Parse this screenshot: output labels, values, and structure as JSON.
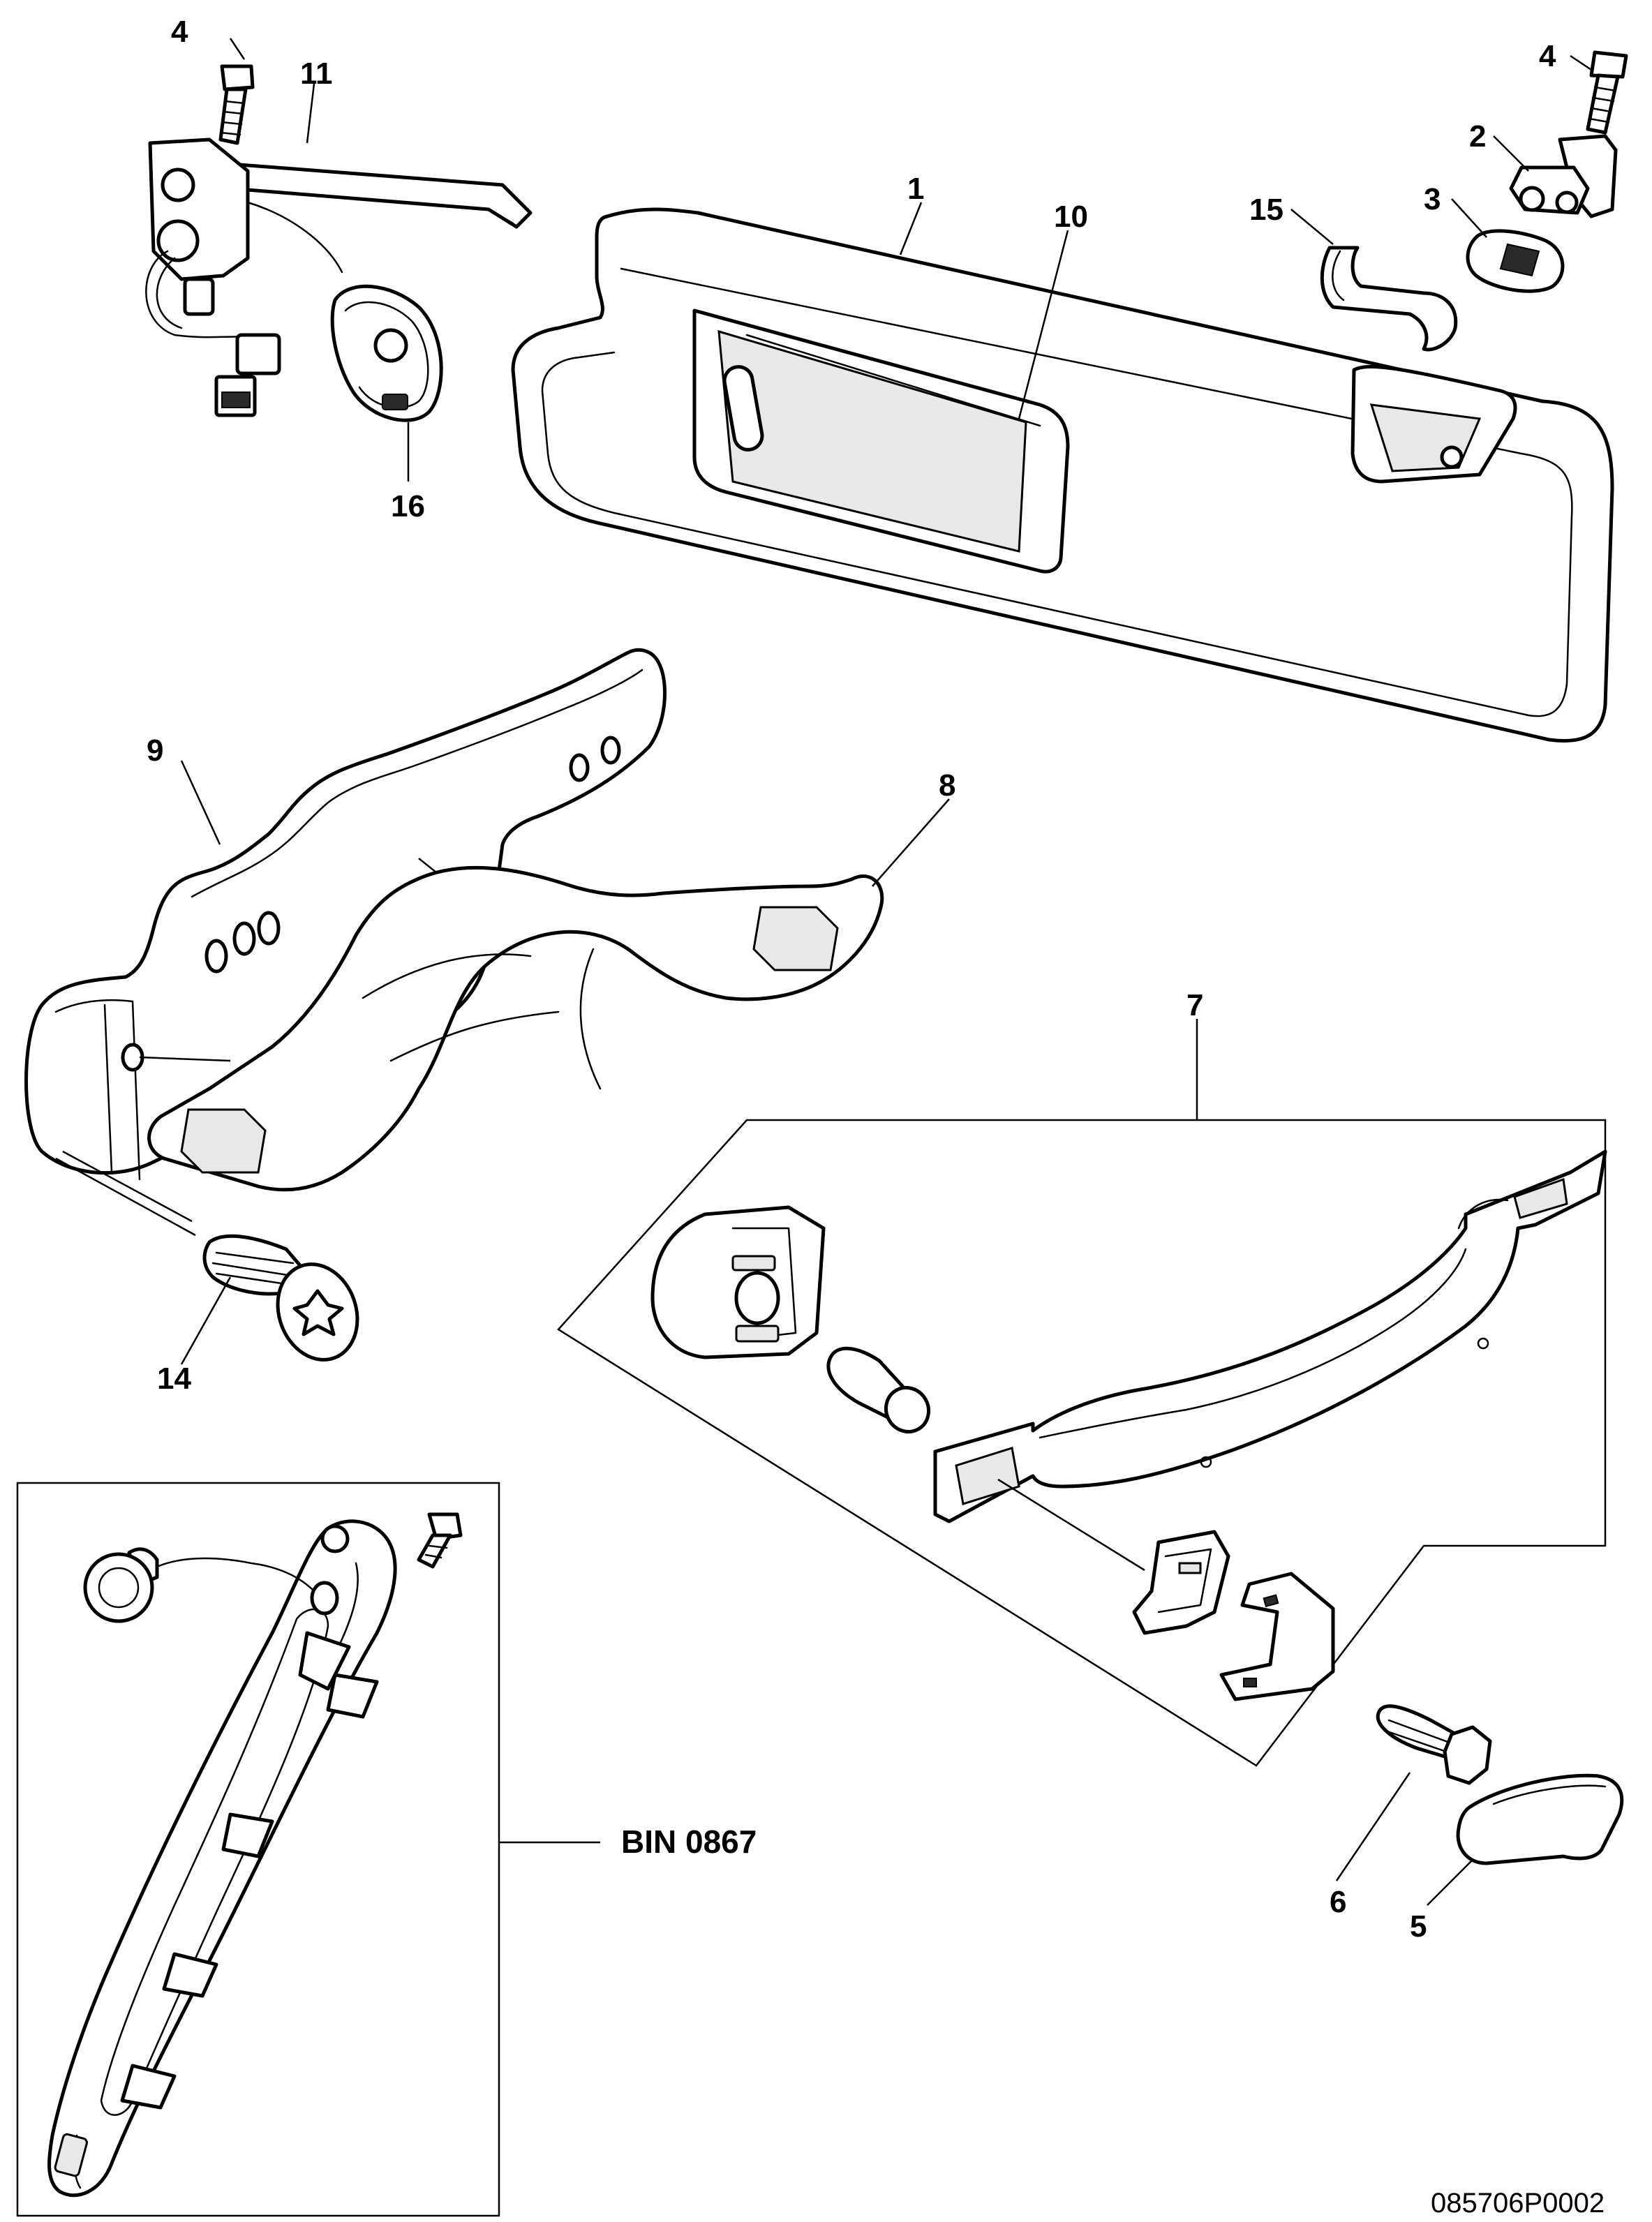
{
  "callouts": {
    "c1": "1",
    "c2": "2",
    "c3": "3",
    "c4a": "4",
    "c4b": "4",
    "c5": "5",
    "c6": "6",
    "c7": "7",
    "c8": "8",
    "c9": "9",
    "c10": "10",
    "c11": "11",
    "c14": "14",
    "c15": "15",
    "c16": "16"
  },
  "inset_label": "BIN 0867",
  "document_id": "085706P0002"
}
